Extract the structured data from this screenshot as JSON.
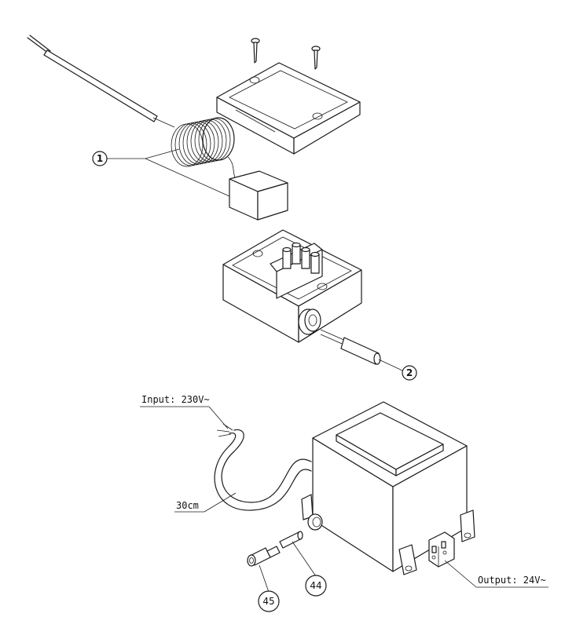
{
  "callouts": {
    "c1": "1",
    "c2": "2",
    "c44": "44",
    "c45": "45"
  },
  "labels": {
    "input": "Input: 230V~",
    "cable_length": "30cm",
    "output": "Output: 24V~"
  }
}
